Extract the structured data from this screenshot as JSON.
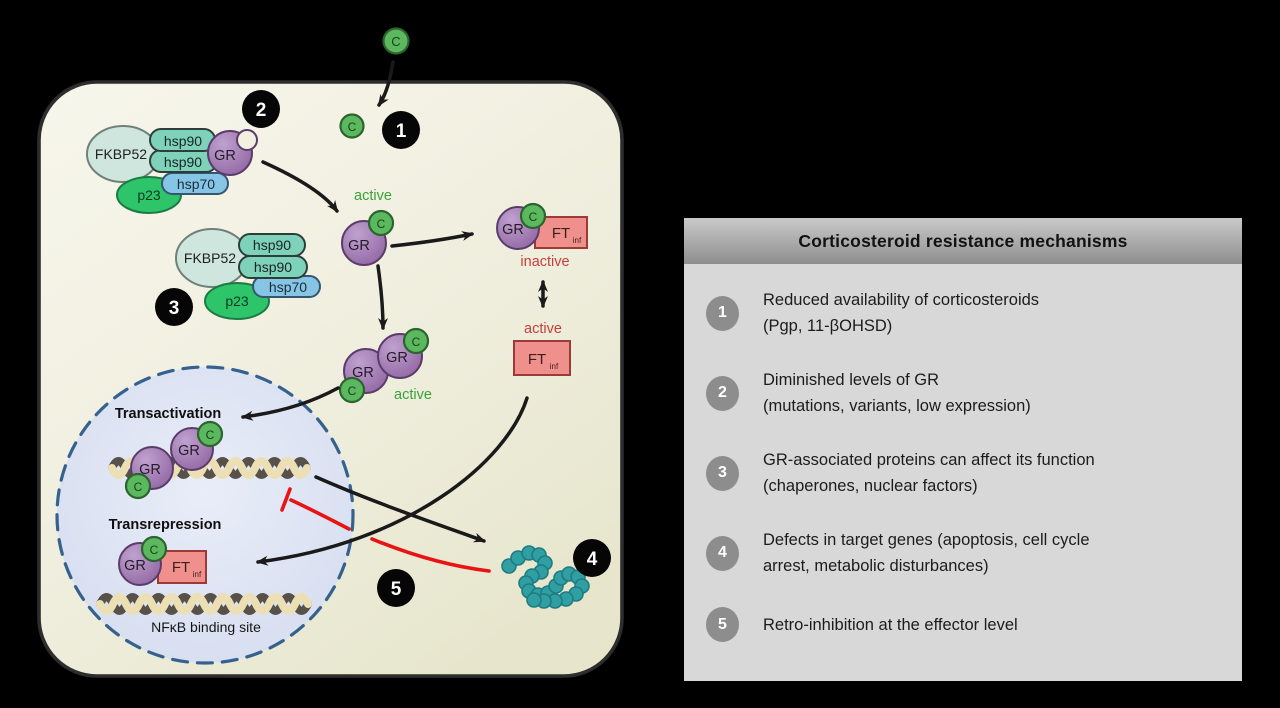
{
  "figure": {
    "labels": {
      "ligand": "C",
      "receptor": "GR",
      "fkbp52": "FKBP52",
      "hsp90": "hsp90",
      "hsp70": "hsp70",
      "p23": "p23",
      "ft": "FT",
      "ft_sub": "inf",
      "active": "active",
      "inactive": "inactive",
      "transactivation": "Transactivation",
      "transrepression": "Transrepression",
      "nfkb_site": "NFκB binding site"
    },
    "markers": {
      "m1": "1",
      "m2": "2",
      "m3": "3",
      "m4": "4",
      "m5": "5"
    },
    "colors": {
      "cell_fill": "#f1f0e1",
      "nucleus_fill": "#dde3f4",
      "nucleus_border": "#35618e",
      "gr_purple": "#9a6fa9",
      "ligand_green": "#5cb85f",
      "hsp90_teal": "#7fd2ba",
      "hsp70_blue": "#86c5e6",
      "p23_green": "#2ec46a",
      "fkbp52_mint": "#cfe6de",
      "ft_pink": "#f0908d",
      "active_green": "#3aa23a",
      "inactive_red": "#c5403c",
      "inhibition_red": "#e81313",
      "effector_teal": "#2f9fa4"
    }
  },
  "panel": {
    "title": "Corticosteroid resistance mechanisms",
    "items": [
      {
        "num": "1",
        "line1": "Reduced availability of corticosteroids",
        "line2": "(Pgp, 11-βOHSD)"
      },
      {
        "num": "2",
        "line1": "Diminished levels of GR",
        "line2": "(mutations, variants, low expression)"
      },
      {
        "num": "3",
        "line1": "GR-associated proteins can affect its function",
        "line2": "(chaperones, nuclear factors)"
      },
      {
        "num": "4",
        "line1": "Defects in target genes (apoptosis, cell cycle",
        "line2": "arrest, metabolic disturbances)"
      },
      {
        "num": "5",
        "line1": "Retro-inhibition at the effector level",
        "line2": ""
      }
    ]
  }
}
